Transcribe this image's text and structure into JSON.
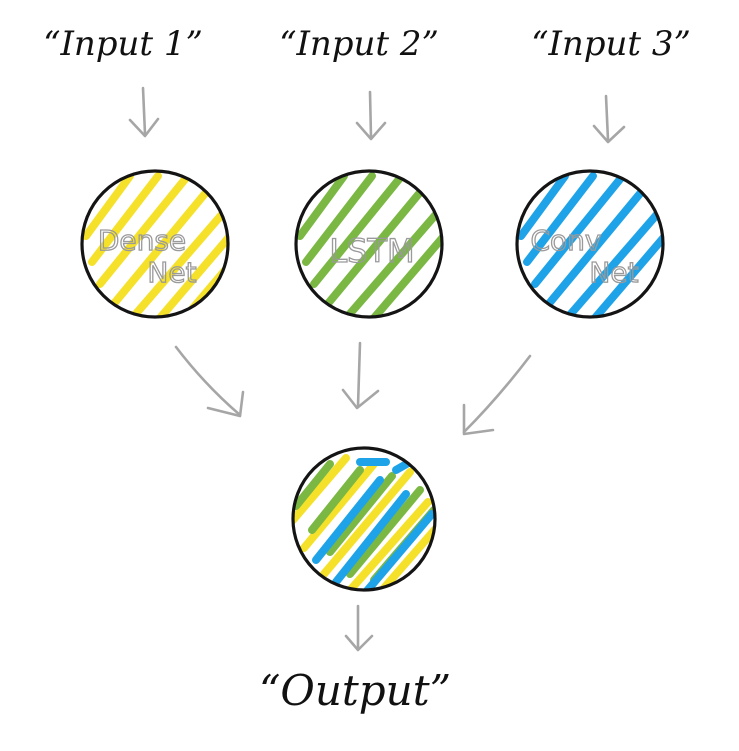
{
  "inputs": [
    {
      "label": "“Input 1”"
    },
    {
      "label": "“Input 2”"
    },
    {
      "label": "“Input 3”"
    }
  ],
  "models": [
    {
      "lines": [
        "Dense",
        "Net"
      ],
      "color": "#f5e12a"
    },
    {
      "lines": [
        "LSTM"
      ],
      "color": "#7ab843"
    },
    {
      "lines": [
        "Conv",
        "Net"
      ],
      "color": "#1fa3e8"
    }
  ],
  "merged_colors": [
    "#f5e12a",
    "#7ab843",
    "#1fa3e8"
  ],
  "output": {
    "label": "“Output”"
  },
  "colors": {
    "arrow": "#a6a6a6",
    "circle_outline": "#141414",
    "ink": "#111111"
  }
}
